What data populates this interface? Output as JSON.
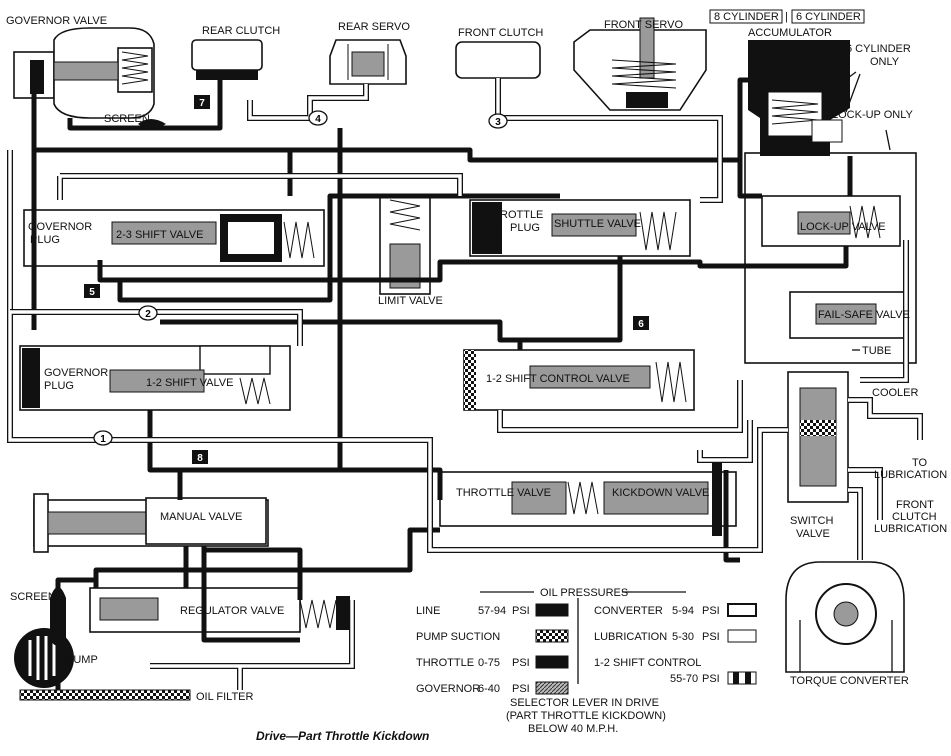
{
  "caption": "Drive—Part Throttle Kickdown",
  "components": {
    "governor_valve": "GOVERNOR VALVE",
    "rear_clutch": "REAR CLUTCH",
    "rear_servo": "REAR SERVO",
    "front_clutch": "FRONT CLUTCH",
    "front_servo": "FRONT SERVO",
    "cylinder_8": "8 CYLINDER",
    "cylinder_6": "6 CYLINDER",
    "accumulator": "ACCUMULATOR",
    "six_cylinder_only": [
      "6 CYLINDER",
      "ONLY"
    ],
    "lockup_only": "LOCK-UP ONLY",
    "screen_top": "SCREEN",
    "governor_plug_upper": [
      "GOVERNOR",
      "PLUG"
    ],
    "shift_valve_23": "2-3 SHIFT VALVE",
    "limit_valve": "LIMIT VALVE",
    "throttle_plug": [
      "ROTTLE",
      "PLUG"
    ],
    "shuttle_valve": "SHUTTLE VALVE",
    "lockup_valve": "LOCK-UP VALVE",
    "failsafe_valve": "FAIL-SAFE VALVE",
    "tube": "TUBE",
    "governor_plug_lower": [
      "GOVERNOR",
      "PLUG"
    ],
    "shift_valve_12": "1-2 SHIFT VALVE",
    "shift_control_valve_12": "1-2 SHIFT CONTROL VALVE",
    "cooler": "COOLER",
    "to_lubrication": [
      "TO",
      "LUBRICATION"
    ],
    "front_clutch_lubrication": [
      "FRONT",
      "CLUTCH",
      "LUBRICATION"
    ],
    "switch_valve": [
      "SWITCH",
      "VALVE"
    ],
    "throttle_valve": "THROTTLE VALVE",
    "kickdown_valve": "KICKDOWN VALVE",
    "manual_valve": "MANUAL VALVE",
    "screen_bottom": "SCREEN",
    "pump": "PUMP",
    "regulator_valve": "REGULATOR VALVE",
    "oil_filter": "OIL FILTER",
    "torque_converter": "TORQUE CONVERTER"
  },
  "circuit_numbers": [
    "1",
    "2",
    "3",
    "4",
    "5",
    "6",
    "7",
    "8"
  ],
  "legend": {
    "title": "OIL PRESSURES",
    "items": [
      {
        "name": "LINE",
        "range": "57-94",
        "unit": "PSI",
        "pattern": "line"
      },
      {
        "name": "PUMP SUCTION",
        "range": "",
        "unit": "",
        "pattern": "suction"
      },
      {
        "name": "THROTTLE",
        "range": "0-75",
        "unit": "PSI",
        "pattern": "throttle"
      },
      {
        "name": "GOVERNOR",
        "range": "6-40",
        "unit": "PSI",
        "pattern": "governor"
      },
      {
        "name": "CONVERTER",
        "range": "5-94",
        "unit": "PSI",
        "pattern": "converter"
      },
      {
        "name": "LUBRICATION",
        "range": "5-30",
        "unit": "PSI",
        "pattern": "lubrication"
      },
      {
        "name": "1-2 SHIFT CONTROL",
        "range": "55-70",
        "unit": "PSI",
        "pattern": "shiftcontrol"
      }
    ],
    "note": [
      "SELECTOR LEVER IN DRIVE",
      "(PART THROTTLE KICKDOWN)",
      "BELOW 40 M.P.H."
    ]
  }
}
